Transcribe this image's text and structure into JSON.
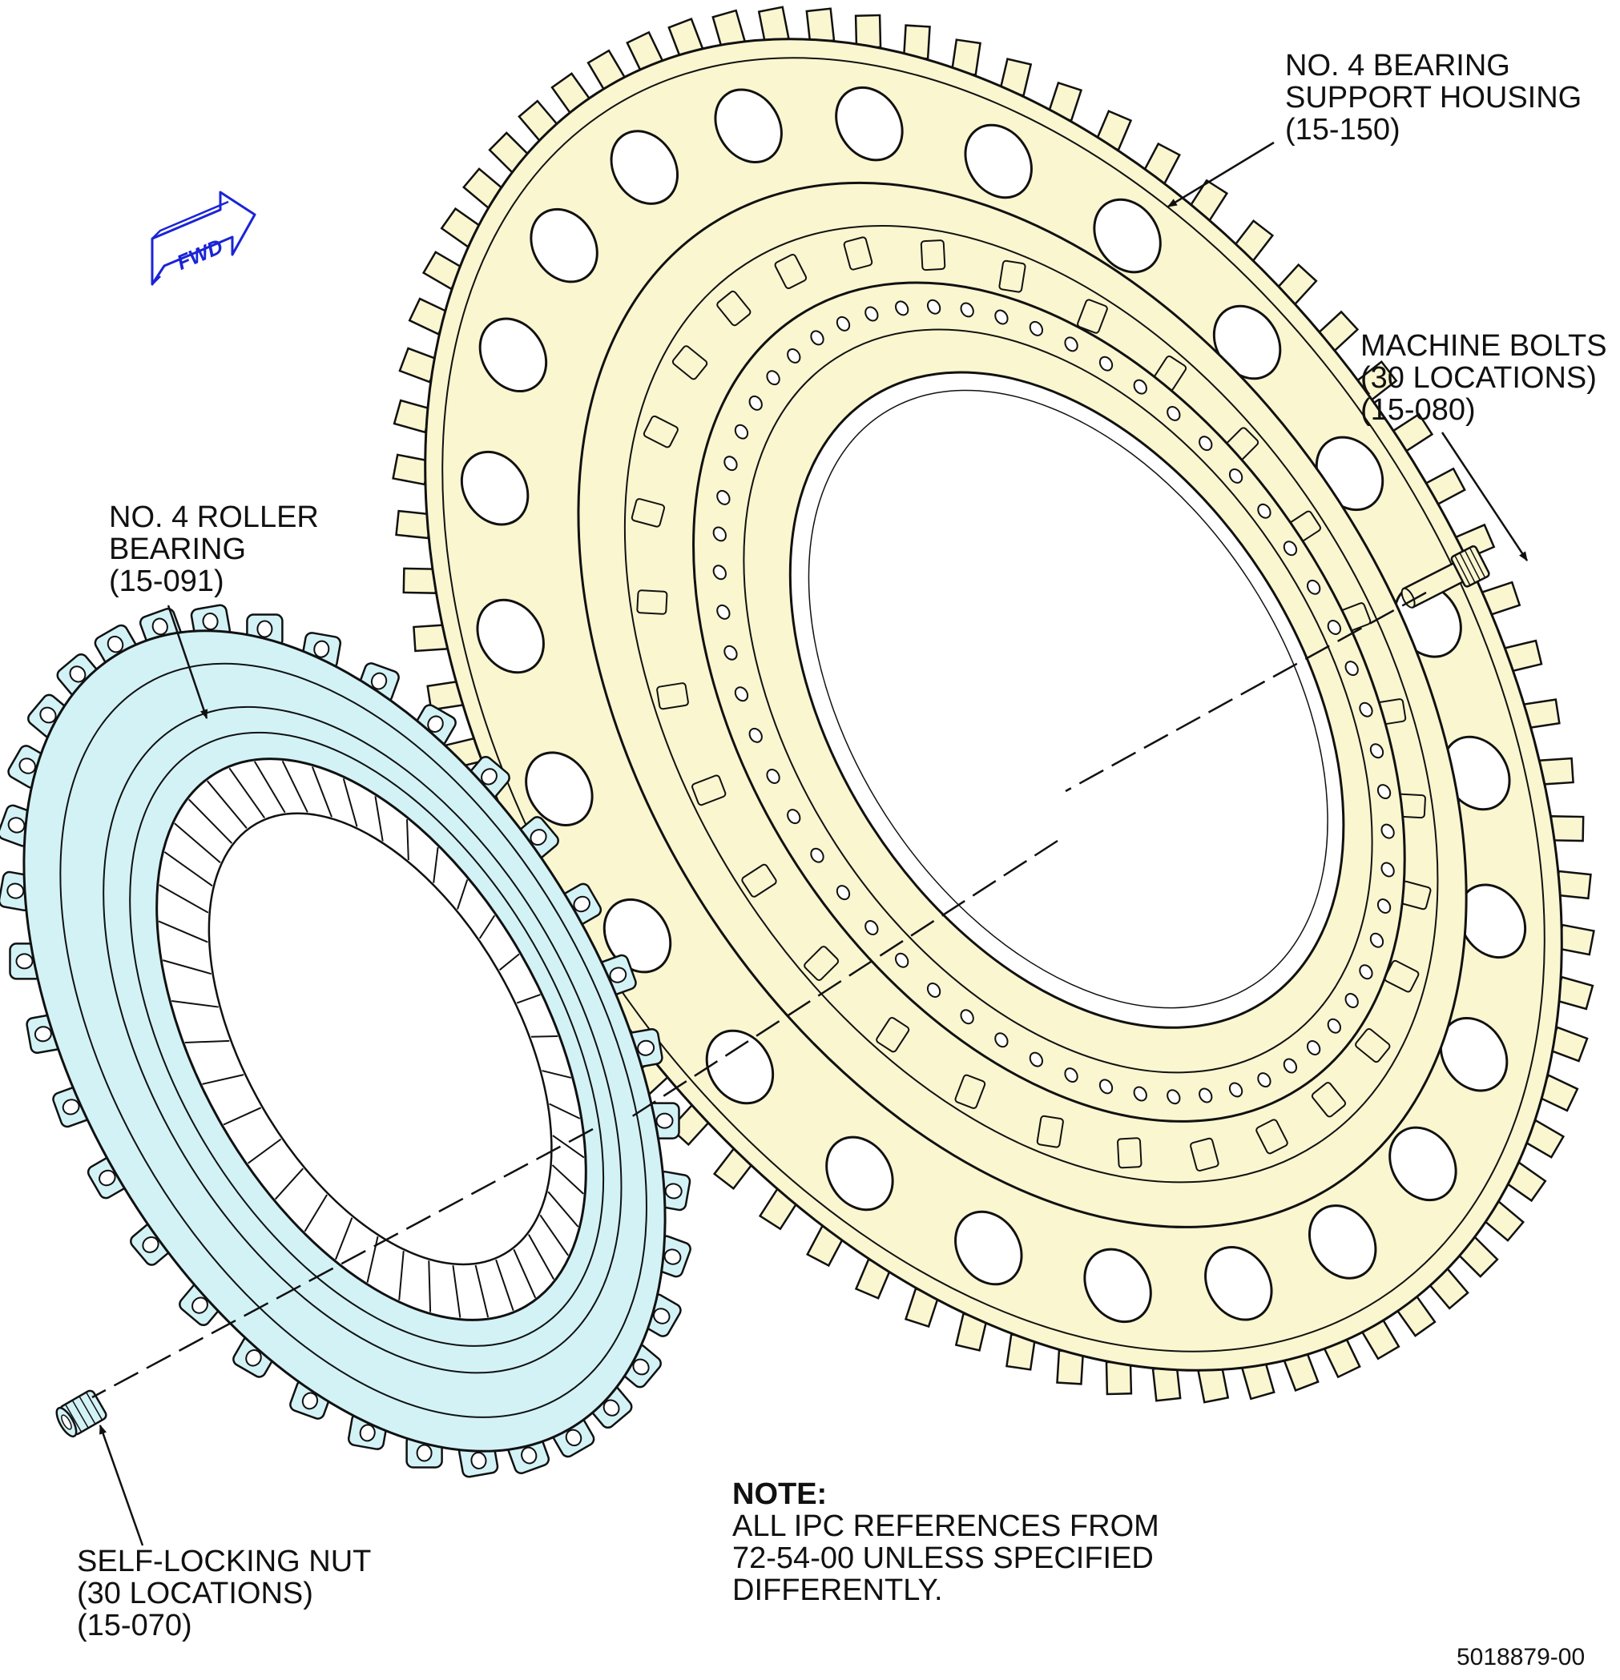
{
  "fwd_label": "FWD",
  "callouts": {
    "housing": {
      "line1": "NO. 4 BEARING",
      "line2": "SUPPORT HOUSING",
      "ref": "(15-150)"
    },
    "bolts": {
      "line1": "MACHINE BOLTS",
      "line2": "(30 LOCATIONS)",
      "ref": "(15-080)"
    },
    "bearing": {
      "line1": "NO. 4 ROLLER",
      "line2": "BEARING",
      "ref": "(15-091)"
    },
    "nut": {
      "line1": "SELF-LOCKING NUT",
      "line2": "(30 LOCATIONS)",
      "ref": "(15-070)"
    }
  },
  "note": {
    "heading": "NOTE:",
    "line1": "ALL IPC REFERENCES FROM",
    "line2": "72-54-00 UNLESS SPECIFIED",
    "line3": "DIFFERENTLY."
  },
  "figure_id": "5018879-00",
  "colors": {
    "housing_fill": "#FAF6D0",
    "bearing_fill": "#D2F2F6",
    "fwd_arrow": "#1A24D6",
    "line": "#111111"
  }
}
